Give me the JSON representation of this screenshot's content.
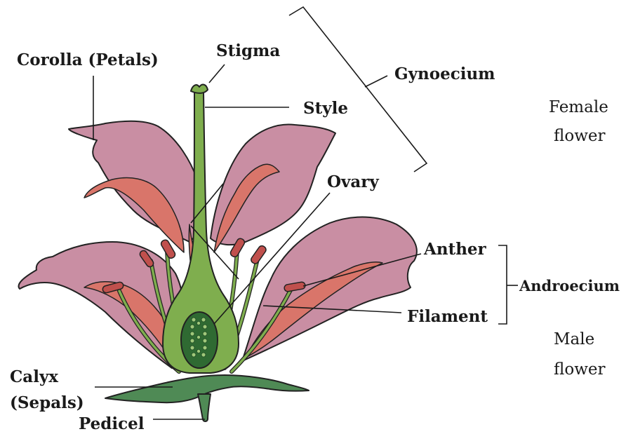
{
  "labels": {
    "corolla": "Corolla (Petals)",
    "stigma": "Stigma",
    "style": "Style",
    "gynoecium": "Gynoecium",
    "female_line1": "Female",
    "female_line2": "flower",
    "ovary": "Ovary",
    "anther": "Anther",
    "androecium": "Androecium",
    "filament": "Filament",
    "male_line1": "Male",
    "male_line2": "flower",
    "calyx_line1": "Calyx",
    "calyx_line2": "(Sepals)",
    "pedicel": "Pedicel"
  },
  "colors": {
    "petal": "#c98ea3",
    "petal_inner": "#d9756a",
    "pistil": "#7fae4e",
    "pistil_dark": "#5e8f37",
    "ovary_dark": "#2f6a32",
    "ovule": "#9fc77a",
    "sepal": "#4f8a55",
    "anther": "#c0504d"
  }
}
